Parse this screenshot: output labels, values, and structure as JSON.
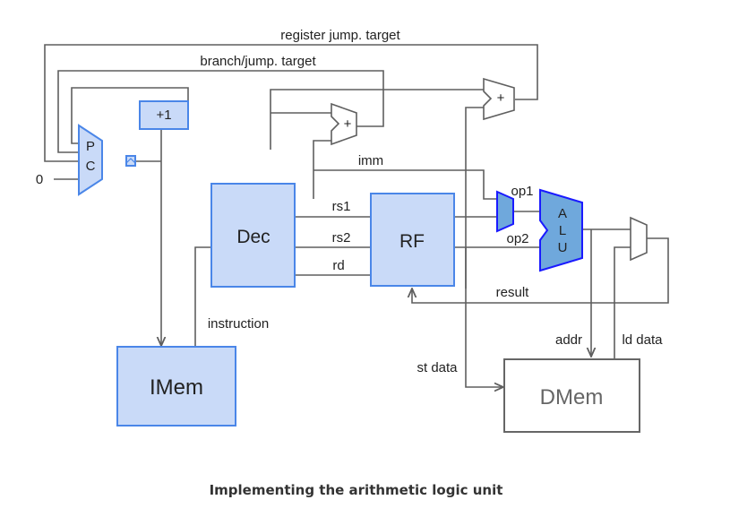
{
  "colors": {
    "block_fill": "#c9daf8",
    "block_stroke": "#4a86e8",
    "alu_fill": "#6fa8dc",
    "alu_stroke": "#1a1aff",
    "wire": "#5f5f5f",
    "dmem_stroke": "#666666"
  },
  "labels": {
    "register_jump_target": "register jump. target",
    "branch_jump_target": "branch/jump. target",
    "plus_one": "+1",
    "pc": [
      "P",
      "C"
    ],
    "zero": "0",
    "adder_plus": "+",
    "imm": "imm",
    "rs1": "rs1",
    "rs2": "rs2",
    "rd": "rd",
    "dec": "Dec",
    "rf": "RF",
    "alu": [
      "A",
      "L",
      "U"
    ],
    "op1": "op1",
    "op2": "op2",
    "result": "result",
    "instruction": "instruction",
    "imem": "IMem",
    "addr": "addr",
    "ld_data": "ld data",
    "st_data": "st data",
    "dmem": "DMem"
  },
  "caption": "Implementing the arithmetic logic unit"
}
